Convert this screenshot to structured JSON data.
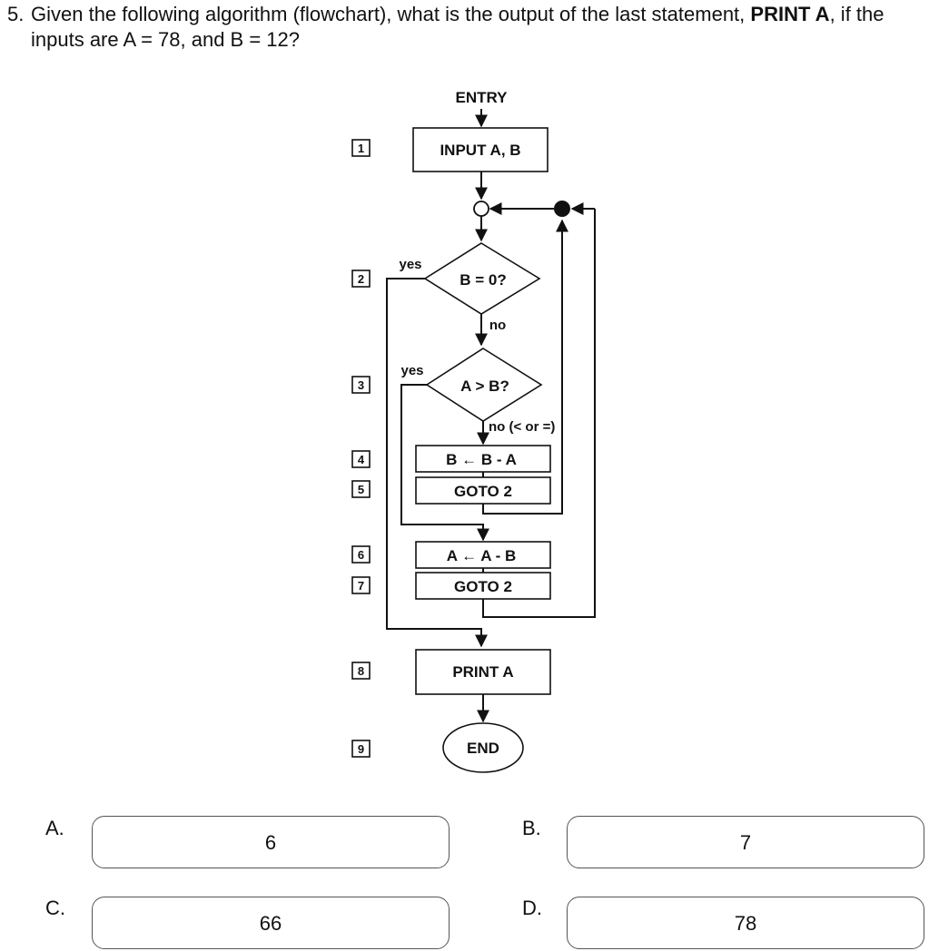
{
  "question": {
    "number": "5.",
    "text_before": "Given the following algorithm (flowchart), what is the output of the last statement, ",
    "bold_term": "PRINT A",
    "text_after": ", if the inputs are A = 78, and B = 12?"
  },
  "flowchart": {
    "entry": "ENTRY",
    "input": "INPUT A, B",
    "decision_b_zero": "B = 0?",
    "decision_a_gt_b": "A > B?",
    "step_b_minus_a": "B ← B - A",
    "step_goto_2_first": "GOTO 2",
    "step_a_minus_b": "A ← A - B",
    "step_goto_2_second": "GOTO 2",
    "print": "PRINT A",
    "end": "END",
    "yes_label_1": "yes",
    "no_label_1": "no",
    "yes_label_2": "yes",
    "no_label_2": "no (< or =)",
    "step_numbers": [
      "1",
      "2",
      "3",
      "4",
      "5",
      "6",
      "7",
      "8",
      "9"
    ]
  },
  "options": [
    {
      "letter": "A.",
      "value": "6"
    },
    {
      "letter": "B.",
      "value": "7"
    },
    {
      "letter": "C.",
      "value": "66"
    },
    {
      "letter": "D.",
      "value": "78"
    }
  ]
}
